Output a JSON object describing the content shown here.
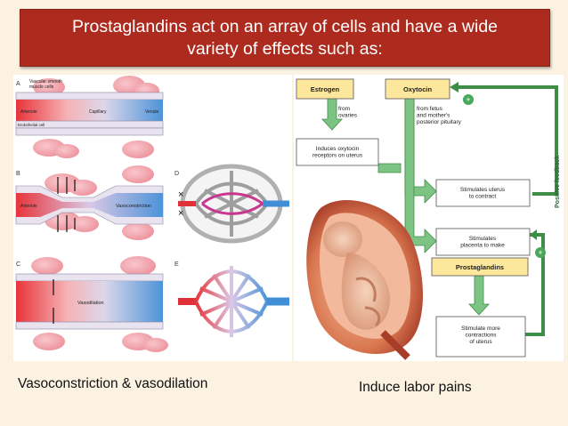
{
  "slide": {
    "title": "Prostaglandins act on an array of cells and have a wide\nvariety of effects such as:",
    "caption_left": "Vasoconstriction &  vasodilation",
    "caption_right": "Induce labor pains"
  },
  "left_figure": {
    "panel_labels": [
      "A",
      "B",
      "C",
      "D",
      "E"
    ],
    "label_smooth_muscle": "Vascular smooth\nmuscle cells",
    "label_arteriole": "Arteriole",
    "label_capillary": "Capillary",
    "label_venule": "Venule",
    "label_endothelial": "Endothelial cell",
    "label_vasoconstriction": "Vasoconstriction",
    "label_vasodilation": "Vasodilation"
  },
  "right_figure": {
    "estrogen": "Estrogen",
    "oxytocin": "Oxytocin",
    "from_ovaries": "from\novaries",
    "from_fetus": "from fetus\nand mother's\nposterior pituitary",
    "induces": "Induces oxytocin\nreceptors on uterus",
    "stimulates_uterus": "Stimulates uterus\nto contract",
    "stimulates_placenta": "Stimulates\nplacenta to make",
    "prostaglandins": "Prostaglandins",
    "stimulate_more": "Stimulate more\ncontractions\nof uterus",
    "positive_feedback": "Positive feedback",
    "plus_sign": "+"
  },
  "colors": {
    "title_bg": "#ad2b1e",
    "slide_bg": "#fbf2e2",
    "flow_box": "#fde79c",
    "arrow_green": "#7dc383"
  }
}
